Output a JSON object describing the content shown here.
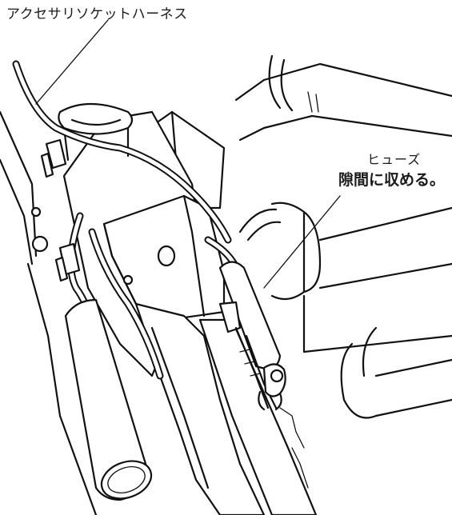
{
  "labels": {
    "harness": "アクセサリソケットハーネス",
    "fuse_title": "ヒューズ",
    "fuse_note": "隙間に収める。"
  }
}
